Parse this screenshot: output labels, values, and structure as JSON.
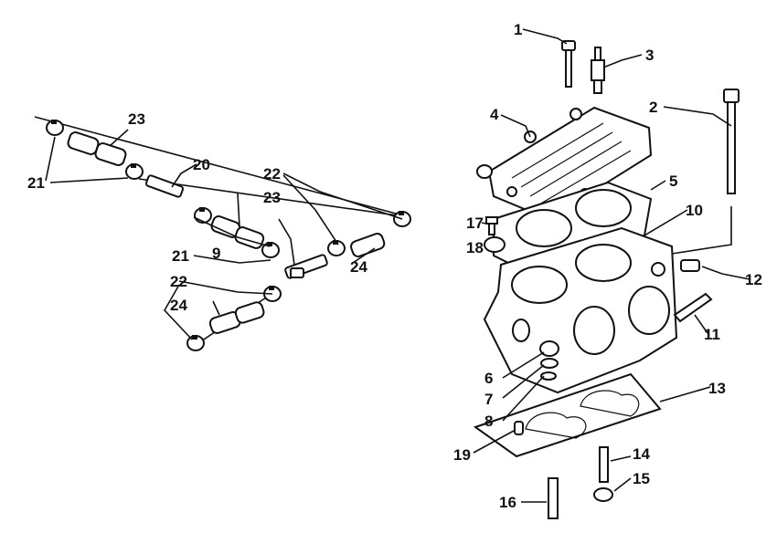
{
  "diagram": {
    "callouts": [
      {
        "id": "c1",
        "text": "1"
      },
      {
        "id": "c2",
        "text": "2"
      },
      {
        "id": "c3",
        "text": "3"
      },
      {
        "id": "c4",
        "text": "4"
      },
      {
        "id": "c5",
        "text": "5"
      },
      {
        "id": "c6",
        "text": "6"
      },
      {
        "id": "c7",
        "text": "7"
      },
      {
        "id": "c8",
        "text": "8"
      },
      {
        "id": "c9",
        "text": "9"
      },
      {
        "id": "c10",
        "text": "10"
      },
      {
        "id": "c11",
        "text": "11"
      },
      {
        "id": "c12",
        "text": "12"
      },
      {
        "id": "c13",
        "text": "13"
      },
      {
        "id": "c14",
        "text": "14"
      },
      {
        "id": "c15",
        "text": "15"
      },
      {
        "id": "c16",
        "text": "16"
      },
      {
        "id": "c17",
        "text": "17"
      },
      {
        "id": "c18",
        "text": "18"
      },
      {
        "id": "c19",
        "text": "19"
      },
      {
        "id": "c20",
        "text": "20"
      },
      {
        "id": "c21a",
        "text": "21"
      },
      {
        "id": "c21b",
        "text": "21"
      },
      {
        "id": "c22a",
        "text": "22"
      },
      {
        "id": "c22b",
        "text": "22"
      },
      {
        "id": "c23a",
        "text": "23"
      },
      {
        "id": "c23b",
        "text": "23"
      },
      {
        "id": "c24a",
        "text": "24"
      },
      {
        "id": "c24b",
        "text": "24"
      }
    ]
  }
}
